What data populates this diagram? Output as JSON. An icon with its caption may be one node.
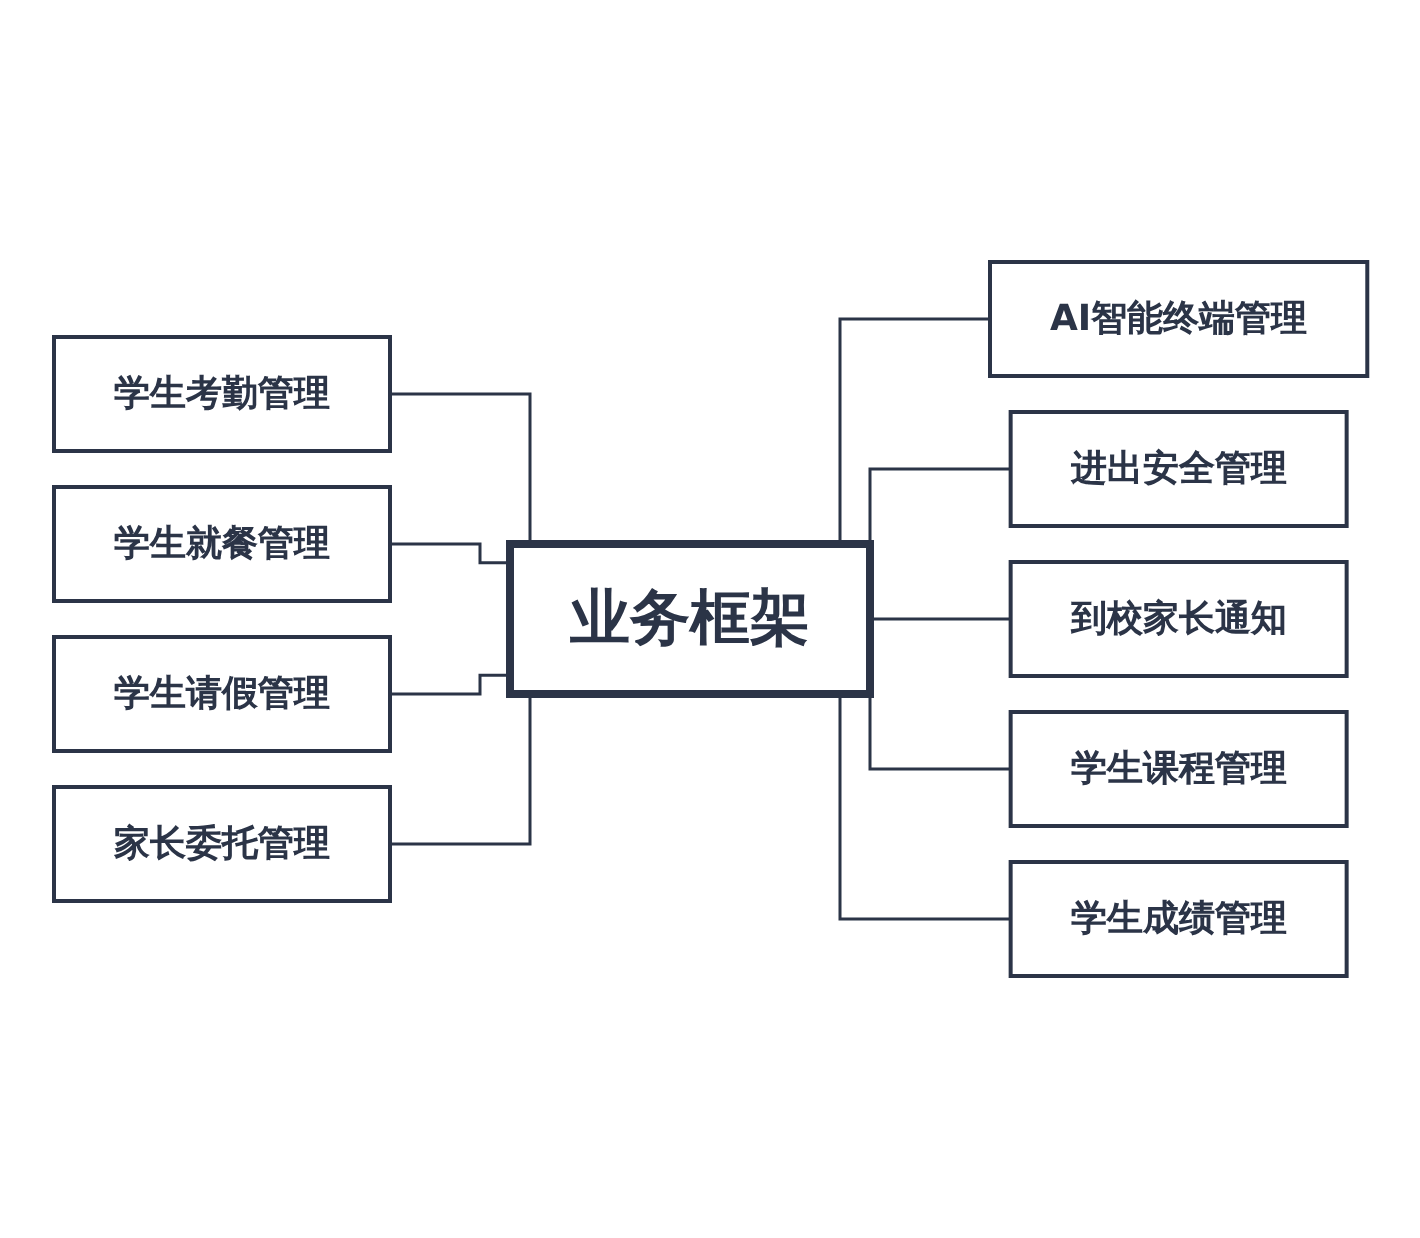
{
  "diagram": {
    "nodes": [
      {
        "text": [
          "业务框架"
        ]
      },
      {
        "text": [
          "学生考勤管理"
        ]
      },
      {
        "text": [
          "学生就餐管理"
        ]
      },
      {
        "text": [
          "学生请假管理"
        ]
      },
      {
        "text": [
          "家长委托管理"
        ]
      },
      {
        "text": [
          "AI智能终端管理"
        ]
      },
      {
        "text": [
          "进出安全管理"
        ]
      },
      {
        "text": [
          "到校家长通知"
        ]
      },
      {
        "text": [
          "学生课程管理"
        ]
      },
      {
        "text": [
          "学生成绩管理"
        ]
      }
    ],
    "edges": [
      {
        "from": 1,
        "to": 0,
        "arrow": "none"
      },
      {
        "from": 2,
        "to": 0,
        "arrow": "none"
      },
      {
        "from": 3,
        "to": 0,
        "arrow": "none"
      },
      {
        "from": 4,
        "to": 0,
        "arrow": "none"
      },
      {
        "from": 0,
        "to": 5,
        "arrow": "none"
      },
      {
        "from": 0,
        "to": 6,
        "arrow": "none"
      },
      {
        "from": 0,
        "to": 7,
        "arrow": "none"
      },
      {
        "from": 0,
        "to": 8,
        "arrow": "none"
      },
      {
        "from": 0,
        "to": 9,
        "arrow": "none"
      }
    ]
  }
}
